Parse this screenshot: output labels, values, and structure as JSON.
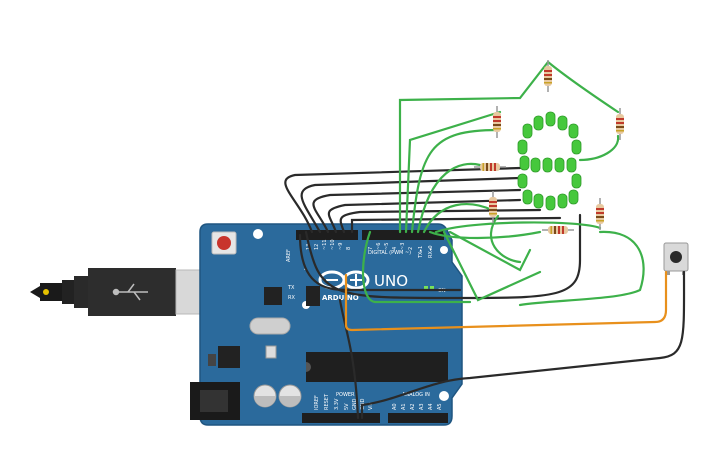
{
  "board": {
    "model_label": "UNO",
    "brand_label": "ARDUINO",
    "digital_label": "DIGITAL (PWM ~)",
    "analog_label": "ANALOG IN",
    "power_label": "POWER",
    "on_label": "ON",
    "tx_label": "TX",
    "rx_label": "RX",
    "aref_label": "AREF",
    "l_label": "L",
    "top_pins": [
      "13",
      "12",
      "~11",
      "~10",
      "~9",
      "8",
      "7",
      "~6",
      "~5",
      "4",
      "~3",
      "2",
      "TX▸1",
      "RX◂0"
    ],
    "power_pins": [
      "IOREF",
      "RESET",
      "3.3V",
      "5V",
      "GND",
      "GND",
      "Vin"
    ],
    "analog_pins": [
      "A0",
      "A1",
      "A2",
      "A3",
      "A4",
      "A5"
    ]
  },
  "colors": {
    "board": "#2b6a9c",
    "board_edge": "#1f5580",
    "wire_green": "#3db14a",
    "wire_black": "#2a2a2a",
    "wire_orange": "#e8901c",
    "led_green": "#46c83c",
    "usb_silver": "#d8d8d8",
    "header": "#1e1e1e"
  },
  "icons": {
    "usb": "usb-icon",
    "logo": "infinity-logo-icon"
  }
}
